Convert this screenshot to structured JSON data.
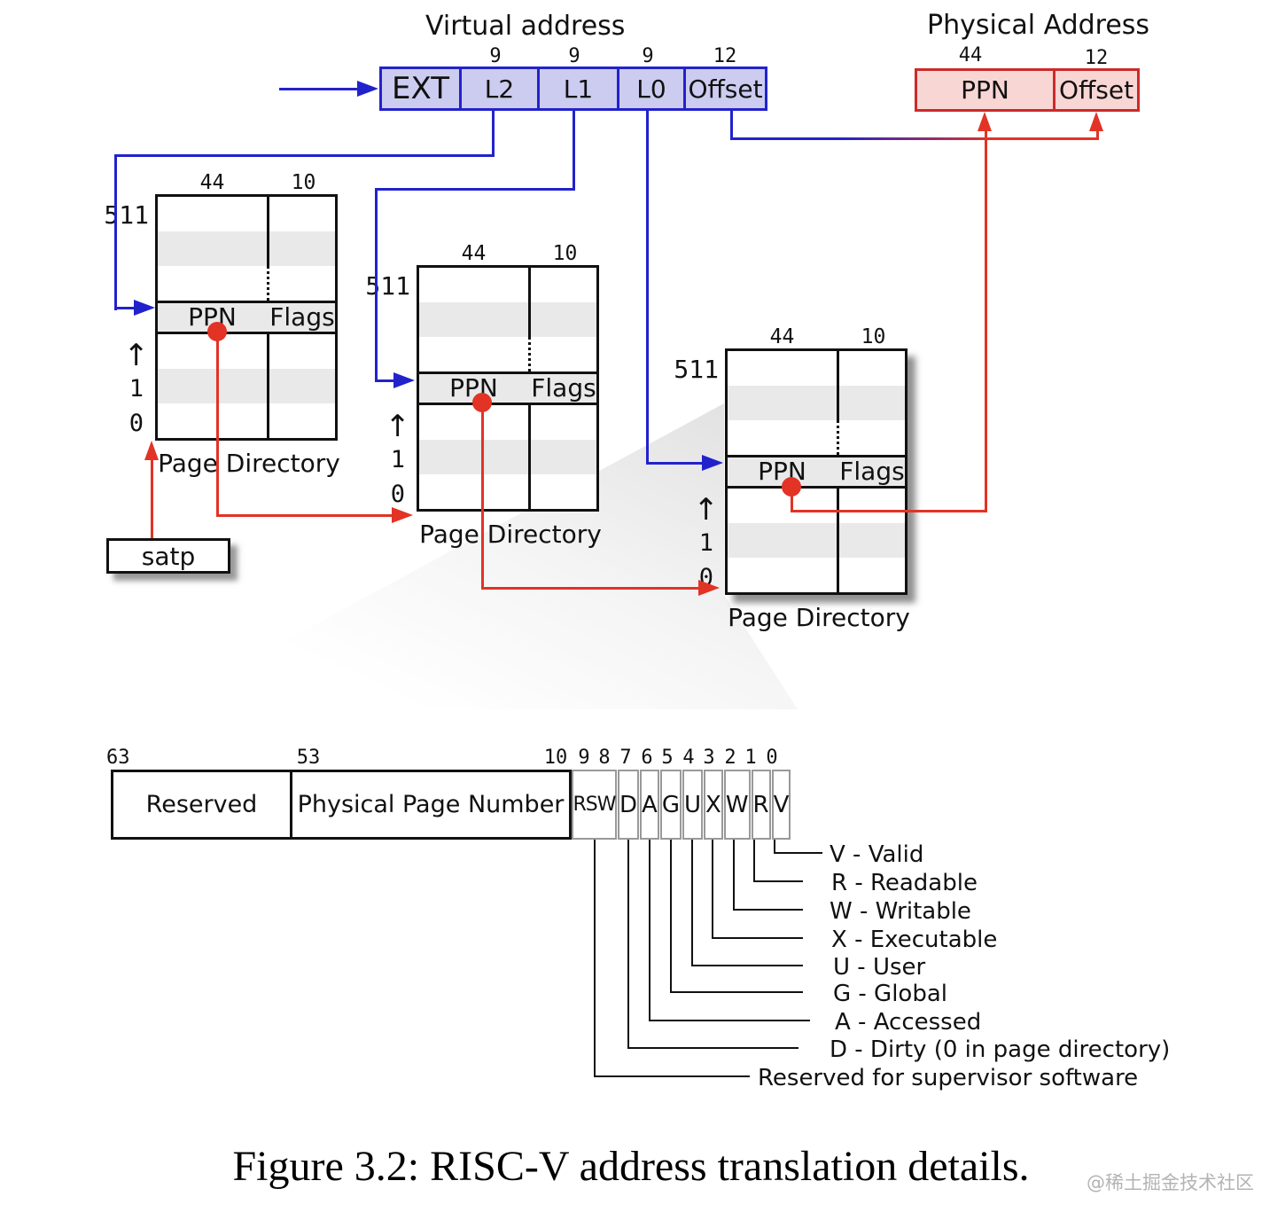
{
  "virtual_address": {
    "title": "Virtual address",
    "fields": [
      {
        "label": "EXT",
        "bits": ""
      },
      {
        "label": "L2",
        "bits": "9"
      },
      {
        "label": "L1",
        "bits": "9"
      },
      {
        "label": "L0",
        "bits": "9"
      },
      {
        "label": "Offset",
        "bits": "12"
      }
    ]
  },
  "physical_address": {
    "title": "Physical Address",
    "fields": [
      {
        "label": "PPN",
        "bits": "44"
      },
      {
        "label": "Offset",
        "bits": "12"
      }
    ]
  },
  "page_directories": [
    {
      "level": "L2",
      "col_bits_left": "44",
      "col_bits_right": "10",
      "index_top": "511",
      "index_one": "1",
      "index_zero": "0",
      "entry_ppn": "PPN",
      "entry_flags": "Flags",
      "caption": "Page Directory"
    },
    {
      "level": "L1",
      "col_bits_left": "44",
      "col_bits_right": "10",
      "index_top": "511",
      "index_one": "1",
      "index_zero": "0",
      "entry_ppn": "PPN",
      "entry_flags": "Flags",
      "caption": "Page Directory"
    },
    {
      "level": "L0",
      "col_bits_left": "44",
      "col_bits_right": "10",
      "index_top": "511",
      "index_one": "1",
      "index_zero": "0",
      "entry_ppn": "PPN",
      "entry_flags": "Flags",
      "caption": "Page Directory"
    }
  ],
  "satp": {
    "label": "satp"
  },
  "pte": {
    "reserved_label": "Reserved",
    "ppn_label": "Physical Page Number",
    "rsw_label": "RSW",
    "flags": [
      "D",
      "A",
      "G",
      "U",
      "X",
      "W",
      "R",
      "V"
    ],
    "bit_labels": [
      "63",
      "53",
      "10",
      "9",
      "8",
      "7",
      "6",
      "5",
      "4",
      "3",
      "2",
      "1",
      "0"
    ]
  },
  "legend": {
    "items": [
      "V - Valid",
      "R  - Readable",
      "W - Writable",
      "X - Executable",
      "U - User",
      "G - Global",
      "A - Accessed",
      "D - Dirty (0 in page directory)",
      "Reserved for supervisor software"
    ]
  },
  "glyphs": {
    "up_arrow": "↑"
  },
  "caption": "Figure 3.2: RISC-V address translation details.",
  "watermark": "@稀土掘金技术社区",
  "colors": {
    "blue": "#2222cc",
    "red": "#e23325",
    "va_fill": "#ccccf0",
    "pa_fill": "#f8d6d4",
    "row_gray": "#e9e9e9"
  }
}
